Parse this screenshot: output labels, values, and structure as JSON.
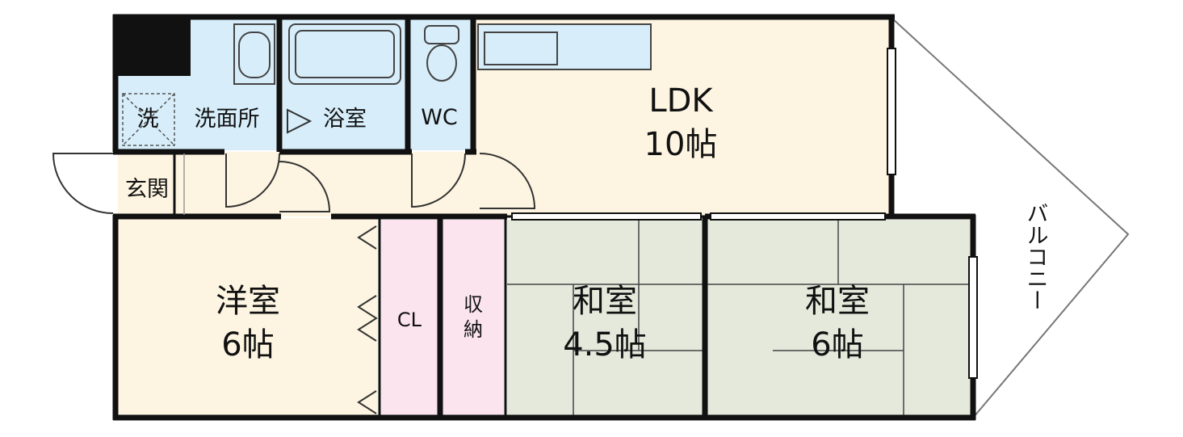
{
  "colors": {
    "wet_area": "#d7eefa",
    "wood_floor": "#fdf5e1",
    "tatami": "#e4e9dc",
    "closet": "#fbe4ee",
    "wall": "#111111"
  },
  "rooms": {
    "ldk": {
      "name": "LDK",
      "size": "10帖"
    },
    "yoshitsu": {
      "name": "洋室",
      "size": "6帖"
    },
    "washitsu_a": {
      "name": "和室",
      "size": "4.5帖"
    },
    "washitsu_b": {
      "name": "和室",
      "size": "6帖"
    },
    "closet": {
      "name": "CL"
    },
    "storage": {
      "name_line1": "収",
      "name_line2": "納"
    },
    "washroom": {
      "name": "洗面所"
    },
    "bathroom": {
      "name": "浴室"
    },
    "toilet": {
      "name": "WC"
    },
    "entrance": {
      "name": "玄関"
    },
    "washer": {
      "name": "洗"
    },
    "balcony": {
      "name": "バルコニー"
    }
  }
}
